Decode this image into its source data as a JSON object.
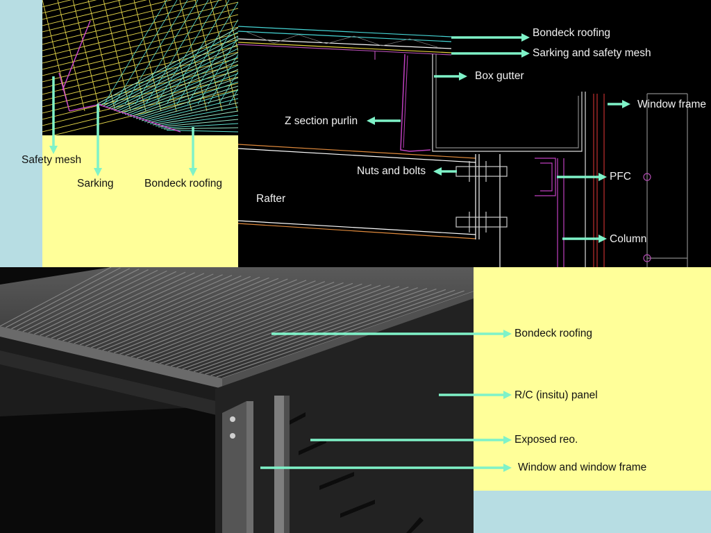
{
  "colors": {
    "arrow": "#7ff2c8",
    "panel_yellow": "#ffff99",
    "panel_blue": "#b7dde3",
    "background": "#000000"
  },
  "labels": {
    "top_left": {
      "safety_mesh": "Safety mesh",
      "sarking": "Sarking",
      "bondeck_roofing": "Bondeck roofing"
    },
    "top_right": {
      "bondeck_roofing": "Bondeck roofing",
      "sarking_and_safety_mesh": "Sarking and safety mesh",
      "box_gutter": "Box gutter",
      "window_frame": "Window frame",
      "z_section_purlin": "Z section purlin",
      "nuts_and_bolts": "Nuts and bolts",
      "pfc": "PFC",
      "rafter": "Rafter",
      "column": "Column"
    },
    "bottom": {
      "bondeck_roofing": "Bondeck roofing",
      "rc_insitu_panel": "R/C  (insitu) panel",
      "exposed_reo": "Exposed reo.",
      "window_and_window_frame": "Window and window frame"
    }
  }
}
